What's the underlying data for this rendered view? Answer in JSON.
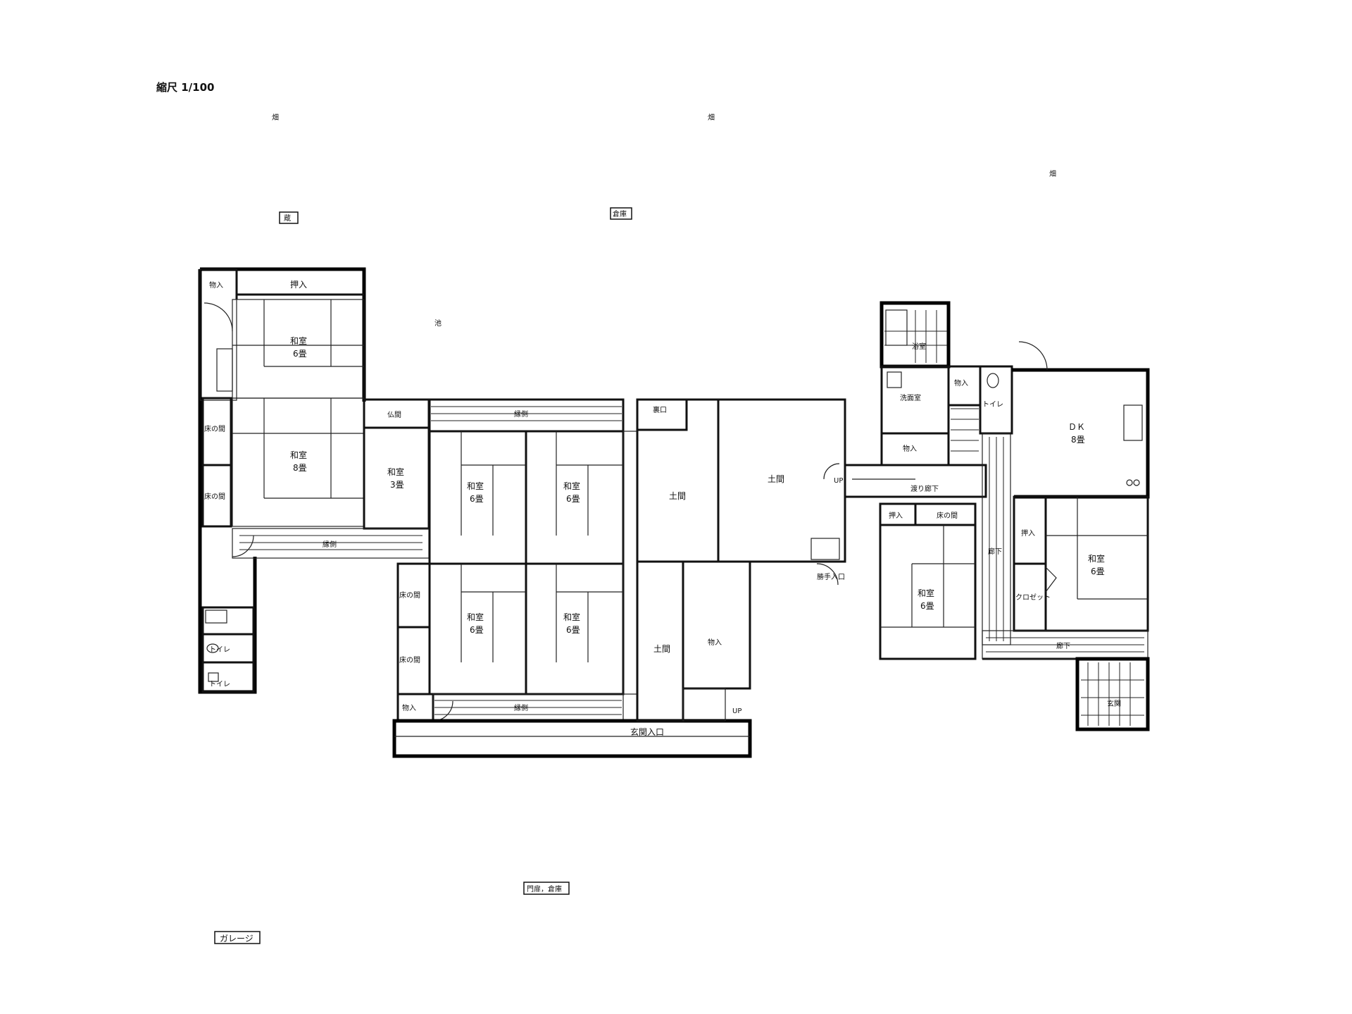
{
  "scale": "縮尺 1/100",
  "outside": {
    "field_1": "畑",
    "field_2": "畑",
    "field_3": "畑",
    "kura": "蔵",
    "soko": "倉庫",
    "pond": "池",
    "gate_storage": "門扉，倉庫",
    "garage": "ガレージ"
  },
  "west_wing": {
    "storage": "物入",
    "oshiire": "押入",
    "washitsu_6_name": "和室",
    "washitsu_6_size": "6畳",
    "tokonoma_1": "床の間",
    "tokonoma_2": "床の間",
    "washitsu_8_name": "和室",
    "washitsu_8_size": "8畳",
    "butsuma": "仏間",
    "washitsu_3_name": "和室",
    "washitsu_3_size": "3畳",
    "engawa": "縁側",
    "toilet_1": "トイレ",
    "toilet_2": "トイレ"
  },
  "main_house": {
    "engawa_north": "縁側",
    "room_a_name": "和室",
    "room_a_size": "6畳",
    "room_b_name": "和室",
    "room_b_size": "6畳",
    "room_c_name": "和室",
    "room_c_size": "6畳",
    "room_d_name": "和室",
    "room_d_size": "6畳",
    "tokonoma_1": "床の間",
    "tokonoma_2": "床の間",
    "storage_sw": "物入",
    "engawa_south": "縁側",
    "entrance": "玄関入口",
    "back_door": "裏口",
    "doma_1": "土間",
    "doma_2": "土間",
    "doma_3": "土間",
    "storage_s": "物入",
    "up_1": "UP",
    "side_entrance": "勝手入口"
  },
  "corridor": {
    "label": "渡り廊下",
    "up": "UP"
  },
  "east_wing": {
    "bathroom": "浴室",
    "washroom": "洗面室",
    "storage_1": "物入",
    "storage_2": "物入",
    "toilet": "トイレ",
    "dk_name": "ＤＫ",
    "dk_size": "8畳",
    "oshiire_1": "押入",
    "tokonoma": "床の間",
    "washitsu_w_name": "和室",
    "washitsu_w_size": "6畳",
    "hallway_v": "廊下",
    "oshiire_2": "押入",
    "washitsu_e_name": "和室",
    "washitsu_e_size": "6畳",
    "closet": "クロゼット",
    "hallway_h": "廊下",
    "genkan": "玄関"
  }
}
